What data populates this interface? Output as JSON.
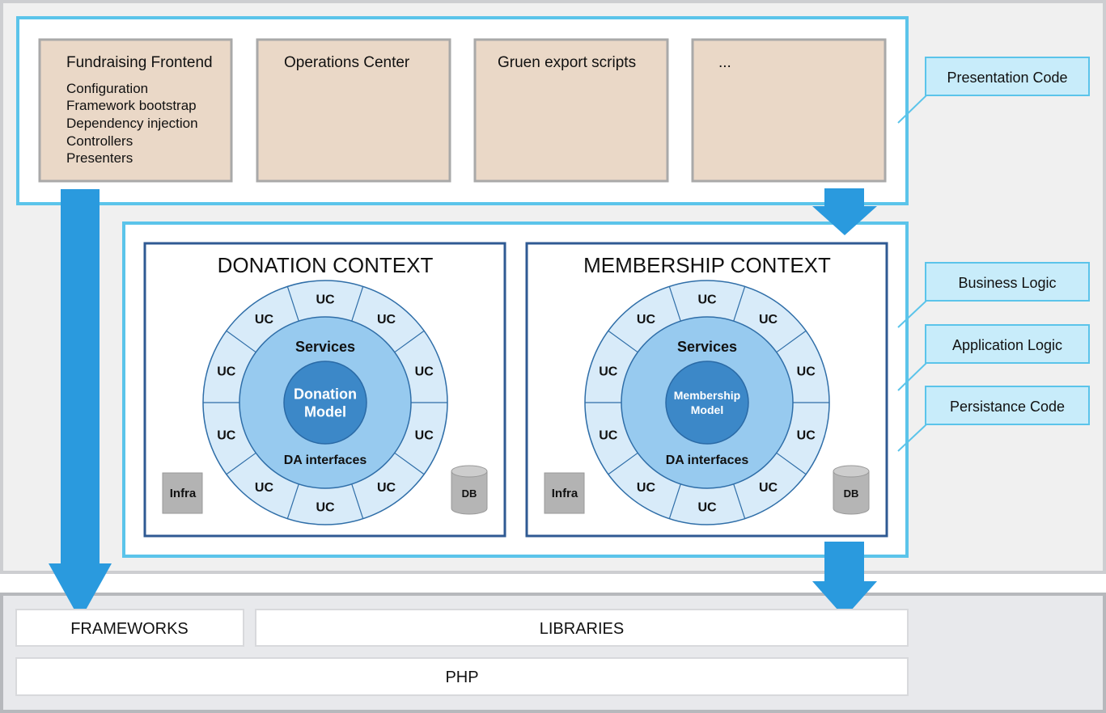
{
  "presentation_apps": [
    {
      "title": "Fundraising Frontend",
      "details": [
        "Configuration",
        "Framework bootstrap",
        "Dependency injection",
        "Controllers",
        "Presenters"
      ]
    },
    {
      "title": "Operations Center",
      "details": []
    },
    {
      "title": "Gruen export scripts",
      "details": []
    },
    {
      "title": "...",
      "details": []
    }
  ],
  "contexts": [
    {
      "title": "DONATION CONTEXT",
      "model_label": [
        "Donation",
        "Model"
      ],
      "services_label": "Services",
      "da_label": "DA interfaces",
      "use_case_label": "UC",
      "infra_label": "Infra",
      "db_label": "DB"
    },
    {
      "title": "MEMBERSHIP CONTEXT",
      "model_label": [
        "Membership",
        "Model"
      ],
      "services_label": "Services",
      "da_label": "DA interfaces",
      "use_case_label": "UC",
      "infra_label": "Infra",
      "db_label": "DB"
    }
  ],
  "legend": {
    "presentation": "Presentation Code",
    "business": "Business Logic",
    "application": "Application Logic",
    "persistance": "Persistance Code"
  },
  "foundation": {
    "frameworks": "FRAMEWORKS",
    "libraries": "LIBRARIES",
    "php": "PHP"
  },
  "colors": {
    "outer_bg": "#f0f0f0",
    "foundation_bg": "#e8e9ec",
    "layer_border": "#5bc4ea",
    "legend_fill": "#c8ecfa",
    "app_box": "#ead8c7",
    "context_border": "#2f5a93",
    "ring_outer": "#d8ebf9",
    "ring_mid": "#97caef",
    "core": "#3c88c8",
    "arrow": "#2a9ade",
    "grey_box": "#b3b3b3"
  }
}
